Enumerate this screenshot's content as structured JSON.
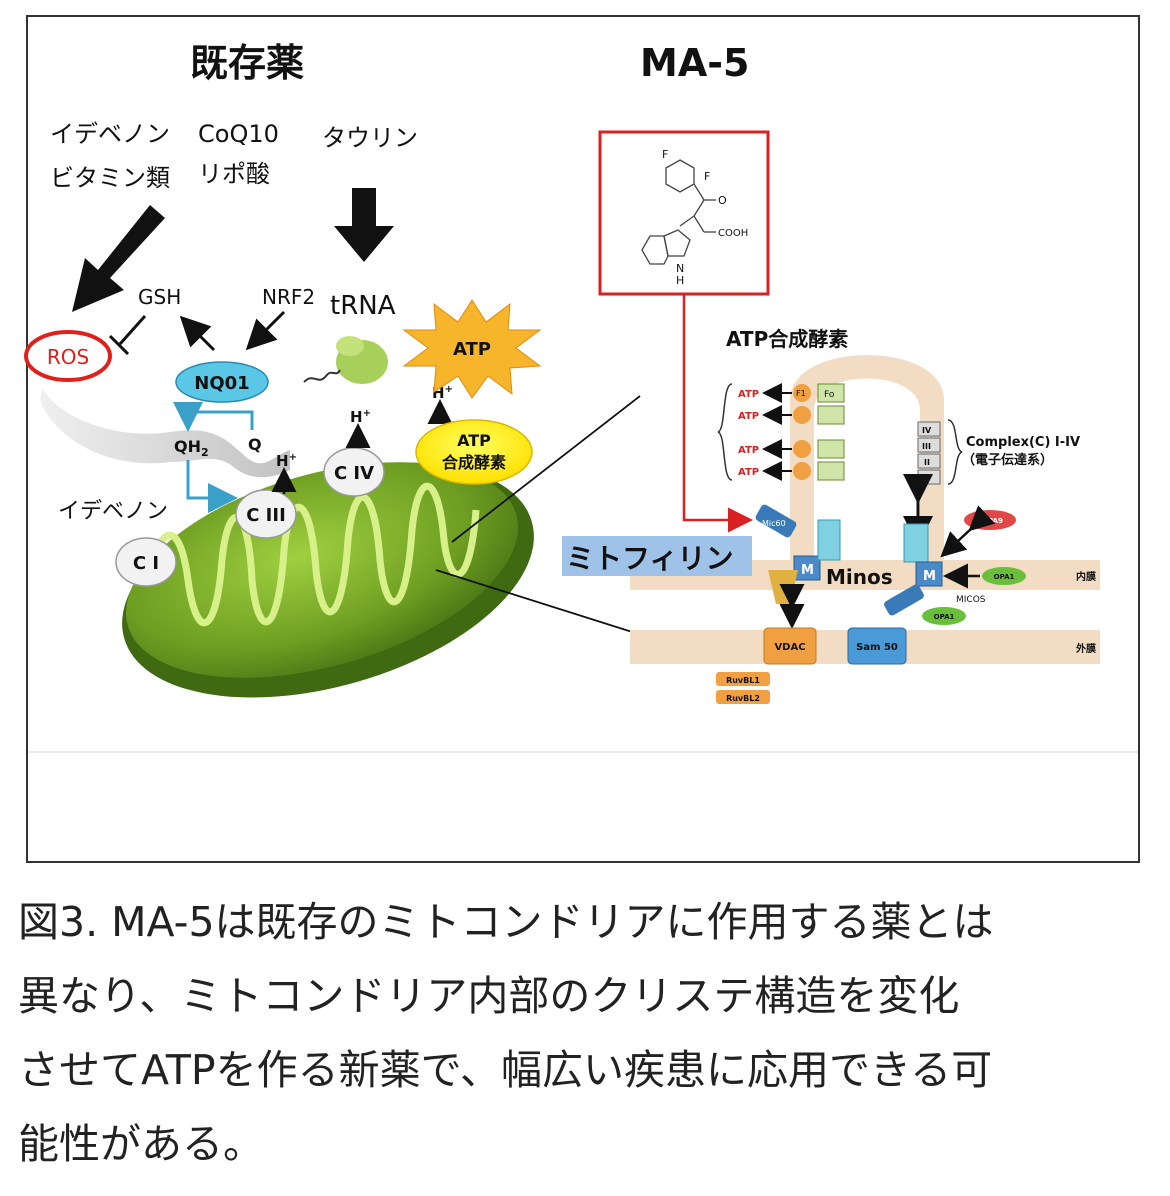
{
  "left_panel": {
    "title": "既存薬",
    "drugs": [
      "イデベノン",
      "CoQ10",
      "タウリン",
      "ビタミン類",
      "リポ酸"
    ],
    "gsh": "GSH",
    "nrf2": "NRF2",
    "trna": "tRNA",
    "ros": "ROS",
    "nq01": "NQ01",
    "qh2": "QH",
    "qh2_sub": "2",
    "q": "Q",
    "idebenone_label": "イデベノン",
    "complexes": [
      "C I",
      "C III",
      "C IV"
    ],
    "h_plus": "H",
    "atp": "ATP",
    "atp_synthase": [
      "ATP",
      "合成酵素"
    ]
  },
  "right_panel": {
    "title": "MA-5",
    "structure_labels": [
      "F",
      "F",
      "O",
      "COOH",
      "N",
      "H"
    ],
    "atp_synthase_title": "ATP合成酵素",
    "atp_out": "ATP",
    "complex_label": "Complex(C) I-IV",
    "complex_sub": "（電子伝達系）",
    "complex_roman": [
      "IV",
      "III",
      "II",
      "I"
    ],
    "mitofilin": "ミトフィリン",
    "minos": "Minos",
    "micos": "MICOS",
    "m_box": "M",
    "mic60": "Mic60",
    "inner_membrane": "内膜",
    "outer_membrane": "外膜",
    "hspa9": "HSPA9",
    "opa1": "OPA1",
    "vdac": "VDAC",
    "sam50": "Sam 50",
    "ruvbl": [
      "RuvBL1",
      "RuvBL2"
    ],
    "fo": "Fo",
    "f1": "F1"
  },
  "caption": {
    "lines": [
      "図3. MA-5は既存のミトコンドリアに作用する薬とは",
      "異なり、ミトコンドリア内部のクリステ構造を変化",
      "させてATPを作る新薬で、幅広い疾患に応用できる可",
      "能性がある。"
    ]
  },
  "colors": {
    "red_box": "#d92121",
    "ros_red": "#e0201a",
    "mito_green": "#7fb02a",
    "nq01_blue": "#5bc7e6",
    "atp_yellow": "#fff200",
    "atp_star": "#f7b52b",
    "mitofilin_bg": "#9fc3e8",
    "membrane": "#f3dcc4"
  }
}
